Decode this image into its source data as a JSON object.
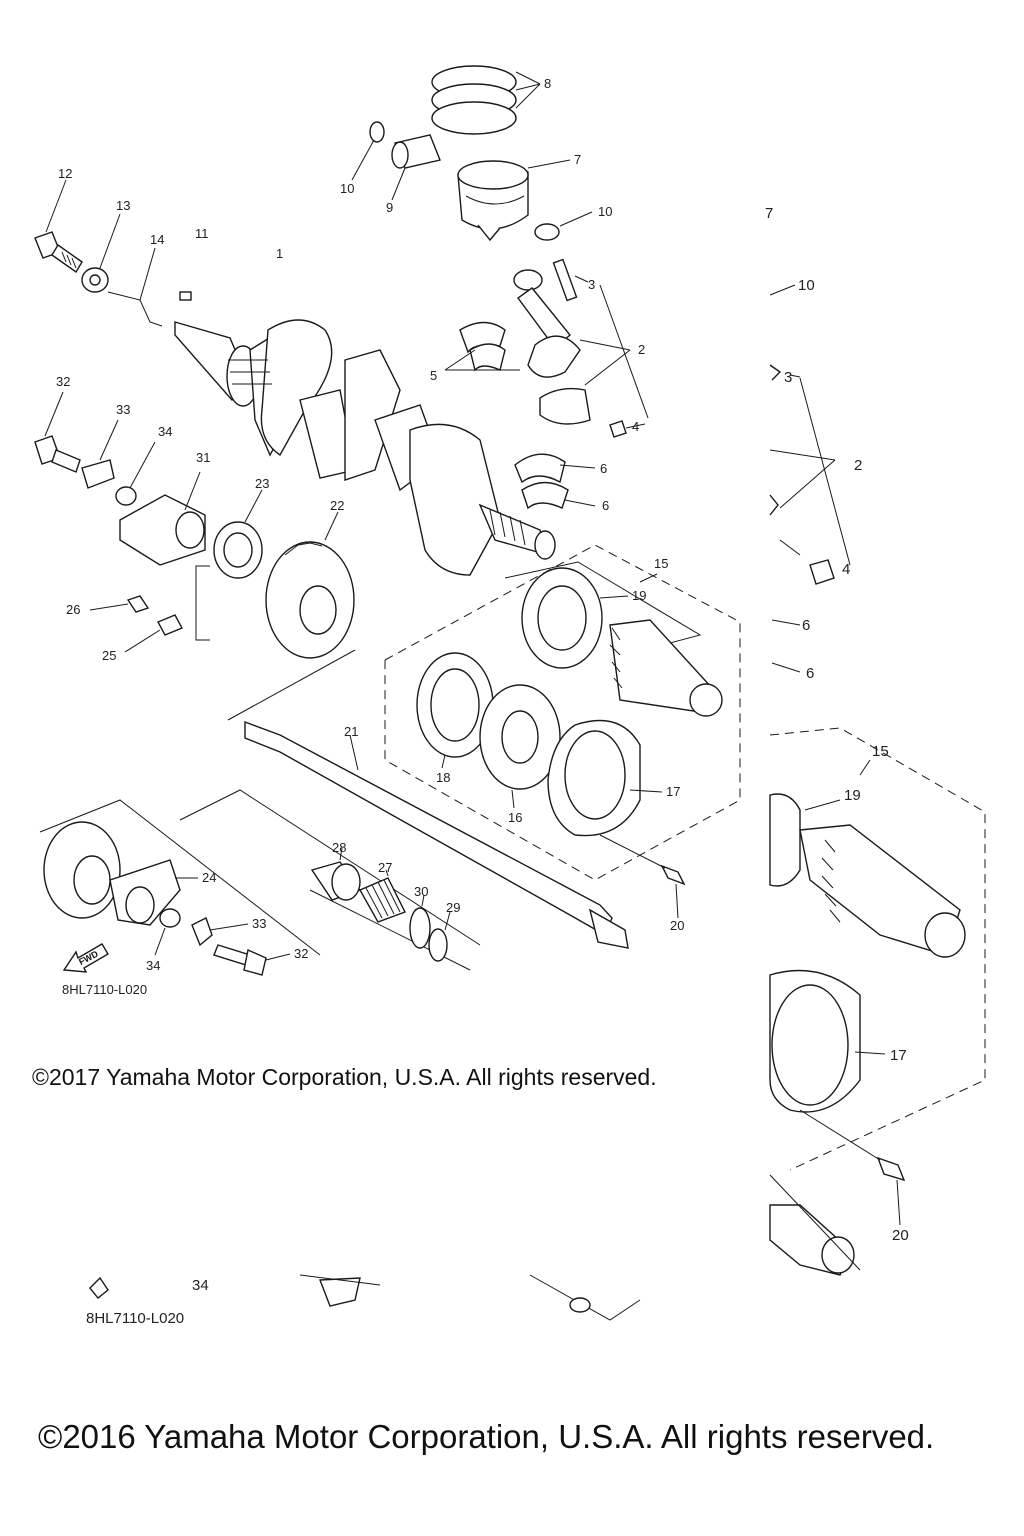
{
  "diagram": {
    "drawing_code": "8HL7110-L020",
    "copyright_top": "©2017 Yamaha Motor Corporation, U.S.A. All rights reserved.",
    "copyright_bottom": "©2016 Yamaha Motor Corporation, U.S.A. All rights reserved.",
    "fwd_label": "FWD",
    "part_numbers": [
      "1",
      "2",
      "3",
      "4",
      "5",
      "6",
      "7",
      "8",
      "9",
      "10",
      "11",
      "12",
      "13",
      "14",
      "15",
      "16",
      "17",
      "18",
      "19",
      "20",
      "21",
      "22",
      "23",
      "24",
      "25",
      "26",
      "27",
      "28",
      "29",
      "30",
      "31",
      "32",
      "33",
      "34"
    ],
    "zoom_part_numbers": [
      "7",
      "10",
      "3",
      "2",
      "4",
      "6",
      "6",
      "15",
      "19",
      "17",
      "20",
      "34"
    ],
    "zoom_drawing_code": "8HL7110-L020"
  }
}
